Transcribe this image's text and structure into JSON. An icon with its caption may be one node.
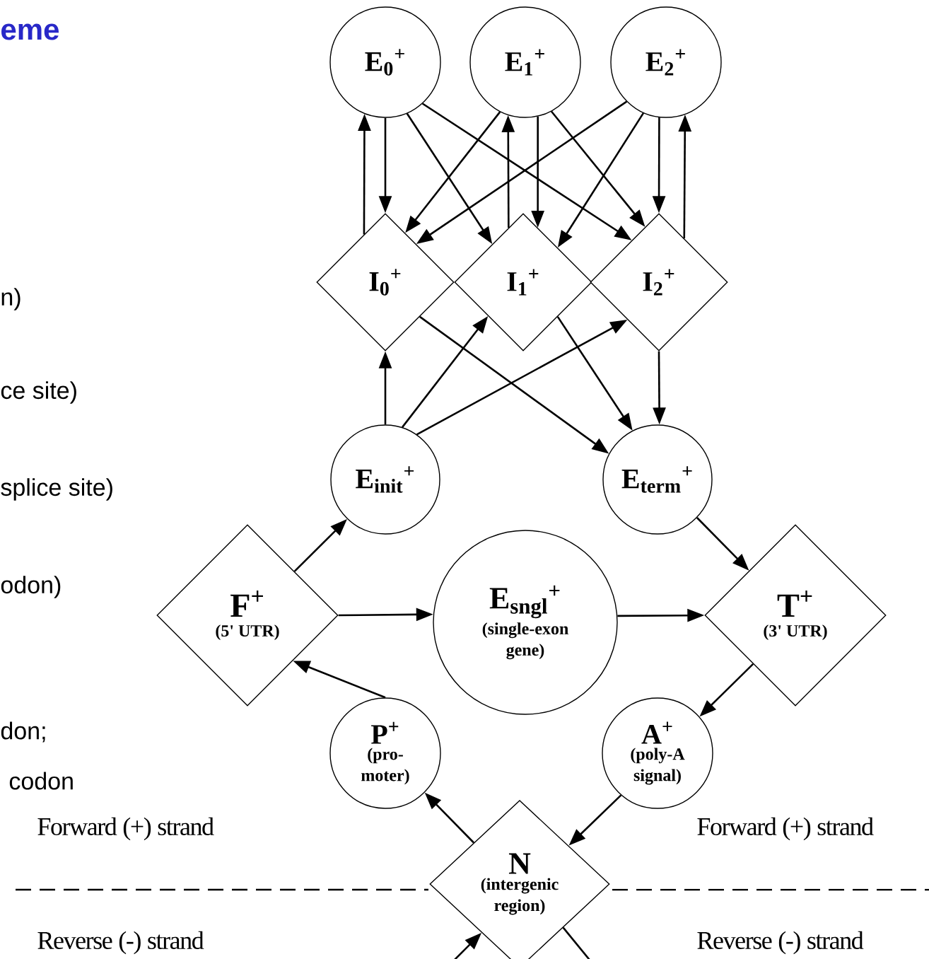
{
  "diagram": {
    "title": "eme",
    "nodes": [
      {
        "text": [
          "E$_{0}$$^{+}$"
        ]
      },
      {
        "text": [
          "E$_{1}$$^{+}$"
        ]
      },
      {
        "text": [
          "E$_{2}$$^{+}$"
        ]
      },
      {
        "text": [
          "I$_{0}$$^{+}$"
        ]
      },
      {
        "text": [
          "I$_{1}$$^{+}$"
        ]
      },
      {
        "text": [
          "I$_{2}$$^{+}$"
        ]
      },
      {
        "text": [
          "E$_{init}$$^{+}$"
        ]
      },
      {
        "text": [
          "E$_{term}$$^{+}$"
        ]
      },
      {
        "text": [
          "F$^{+}$",
          "(5' UTR)"
        ]
      },
      {
        "text": [
          "E$_{sngl}$$^{+}$",
          "(single-exon gene)"
        ]
      },
      {
        "text": [
          "T$^{+}$",
          "(3' UTR)"
        ]
      },
      {
        "text": [
          "P$^{+}$",
          "(pro- moter)"
        ]
      },
      {
        "text": [
          "A$^{+}$",
          "(poly-A signal)"
        ]
      },
      {
        "text": [
          "N",
          "(intergenic region)"
        ]
      }
    ],
    "edges": [
      {
        "from": 0,
        "to": 3,
        "arrow": "to"
      },
      {
        "from": 3,
        "to": 0,
        "arrow": "to"
      },
      {
        "from": 1,
        "to": 4,
        "arrow": "to"
      },
      {
        "from": 4,
        "to": 1,
        "arrow": "to"
      },
      {
        "from": 2,
        "to": 5,
        "arrow": "to"
      },
      {
        "from": 5,
        "to": 2,
        "arrow": "to"
      },
      {
        "from": 0,
        "to": 4,
        "arrow": "to"
      },
      {
        "from": 0,
        "to": 5,
        "arrow": "to"
      },
      {
        "from": 1,
        "to": 3,
        "arrow": "to"
      },
      {
        "from": 1,
        "to": 5,
        "arrow": "to"
      },
      {
        "from": 2,
        "to": 3,
        "arrow": "to"
      },
      {
        "from": 2,
        "to": 4,
        "arrow": "to"
      },
      {
        "from": 3,
        "to": 7,
        "arrow": "to"
      },
      {
        "from": 4,
        "to": 7,
        "arrow": "to"
      },
      {
        "from": 5,
        "to": 7,
        "arrow": "to"
      },
      {
        "from": 6,
        "to": 3,
        "arrow": "to"
      },
      {
        "from": 6,
        "to": 4,
        "arrow": "to"
      },
      {
        "from": 6,
        "to": 5,
        "arrow": "to"
      },
      {
        "from": 8,
        "to": 6,
        "arrow": "to"
      },
      {
        "from": 8,
        "to": 9,
        "arrow": "to"
      },
      {
        "from": 9,
        "to": 10,
        "arrow": "to"
      },
      {
        "from": 7,
        "to": 10,
        "arrow": "to"
      },
      {
        "from": 10,
        "to": 12,
        "arrow": "to"
      },
      {
        "from": 12,
        "to": 13,
        "arrow": "to"
      },
      {
        "from": 13,
        "to": 11,
        "arrow": "to"
      },
      {
        "from": 11,
        "to": 8,
        "arrow": "to"
      },
      {
        "from": null,
        "to": 13,
        "arrow": "to"
      },
      {
        "from": 13,
        "to": null,
        "arrow": "none"
      }
    ],
    "labels": [
      "n)",
      "ce site)",
      "splice site)",
      "odon)",
      "don;",
      "codon",
      "Forward (+) strand",
      "Forward (+) strand",
      "Reverse (-) strand",
      "Reverse (-) strand"
    ]
  }
}
